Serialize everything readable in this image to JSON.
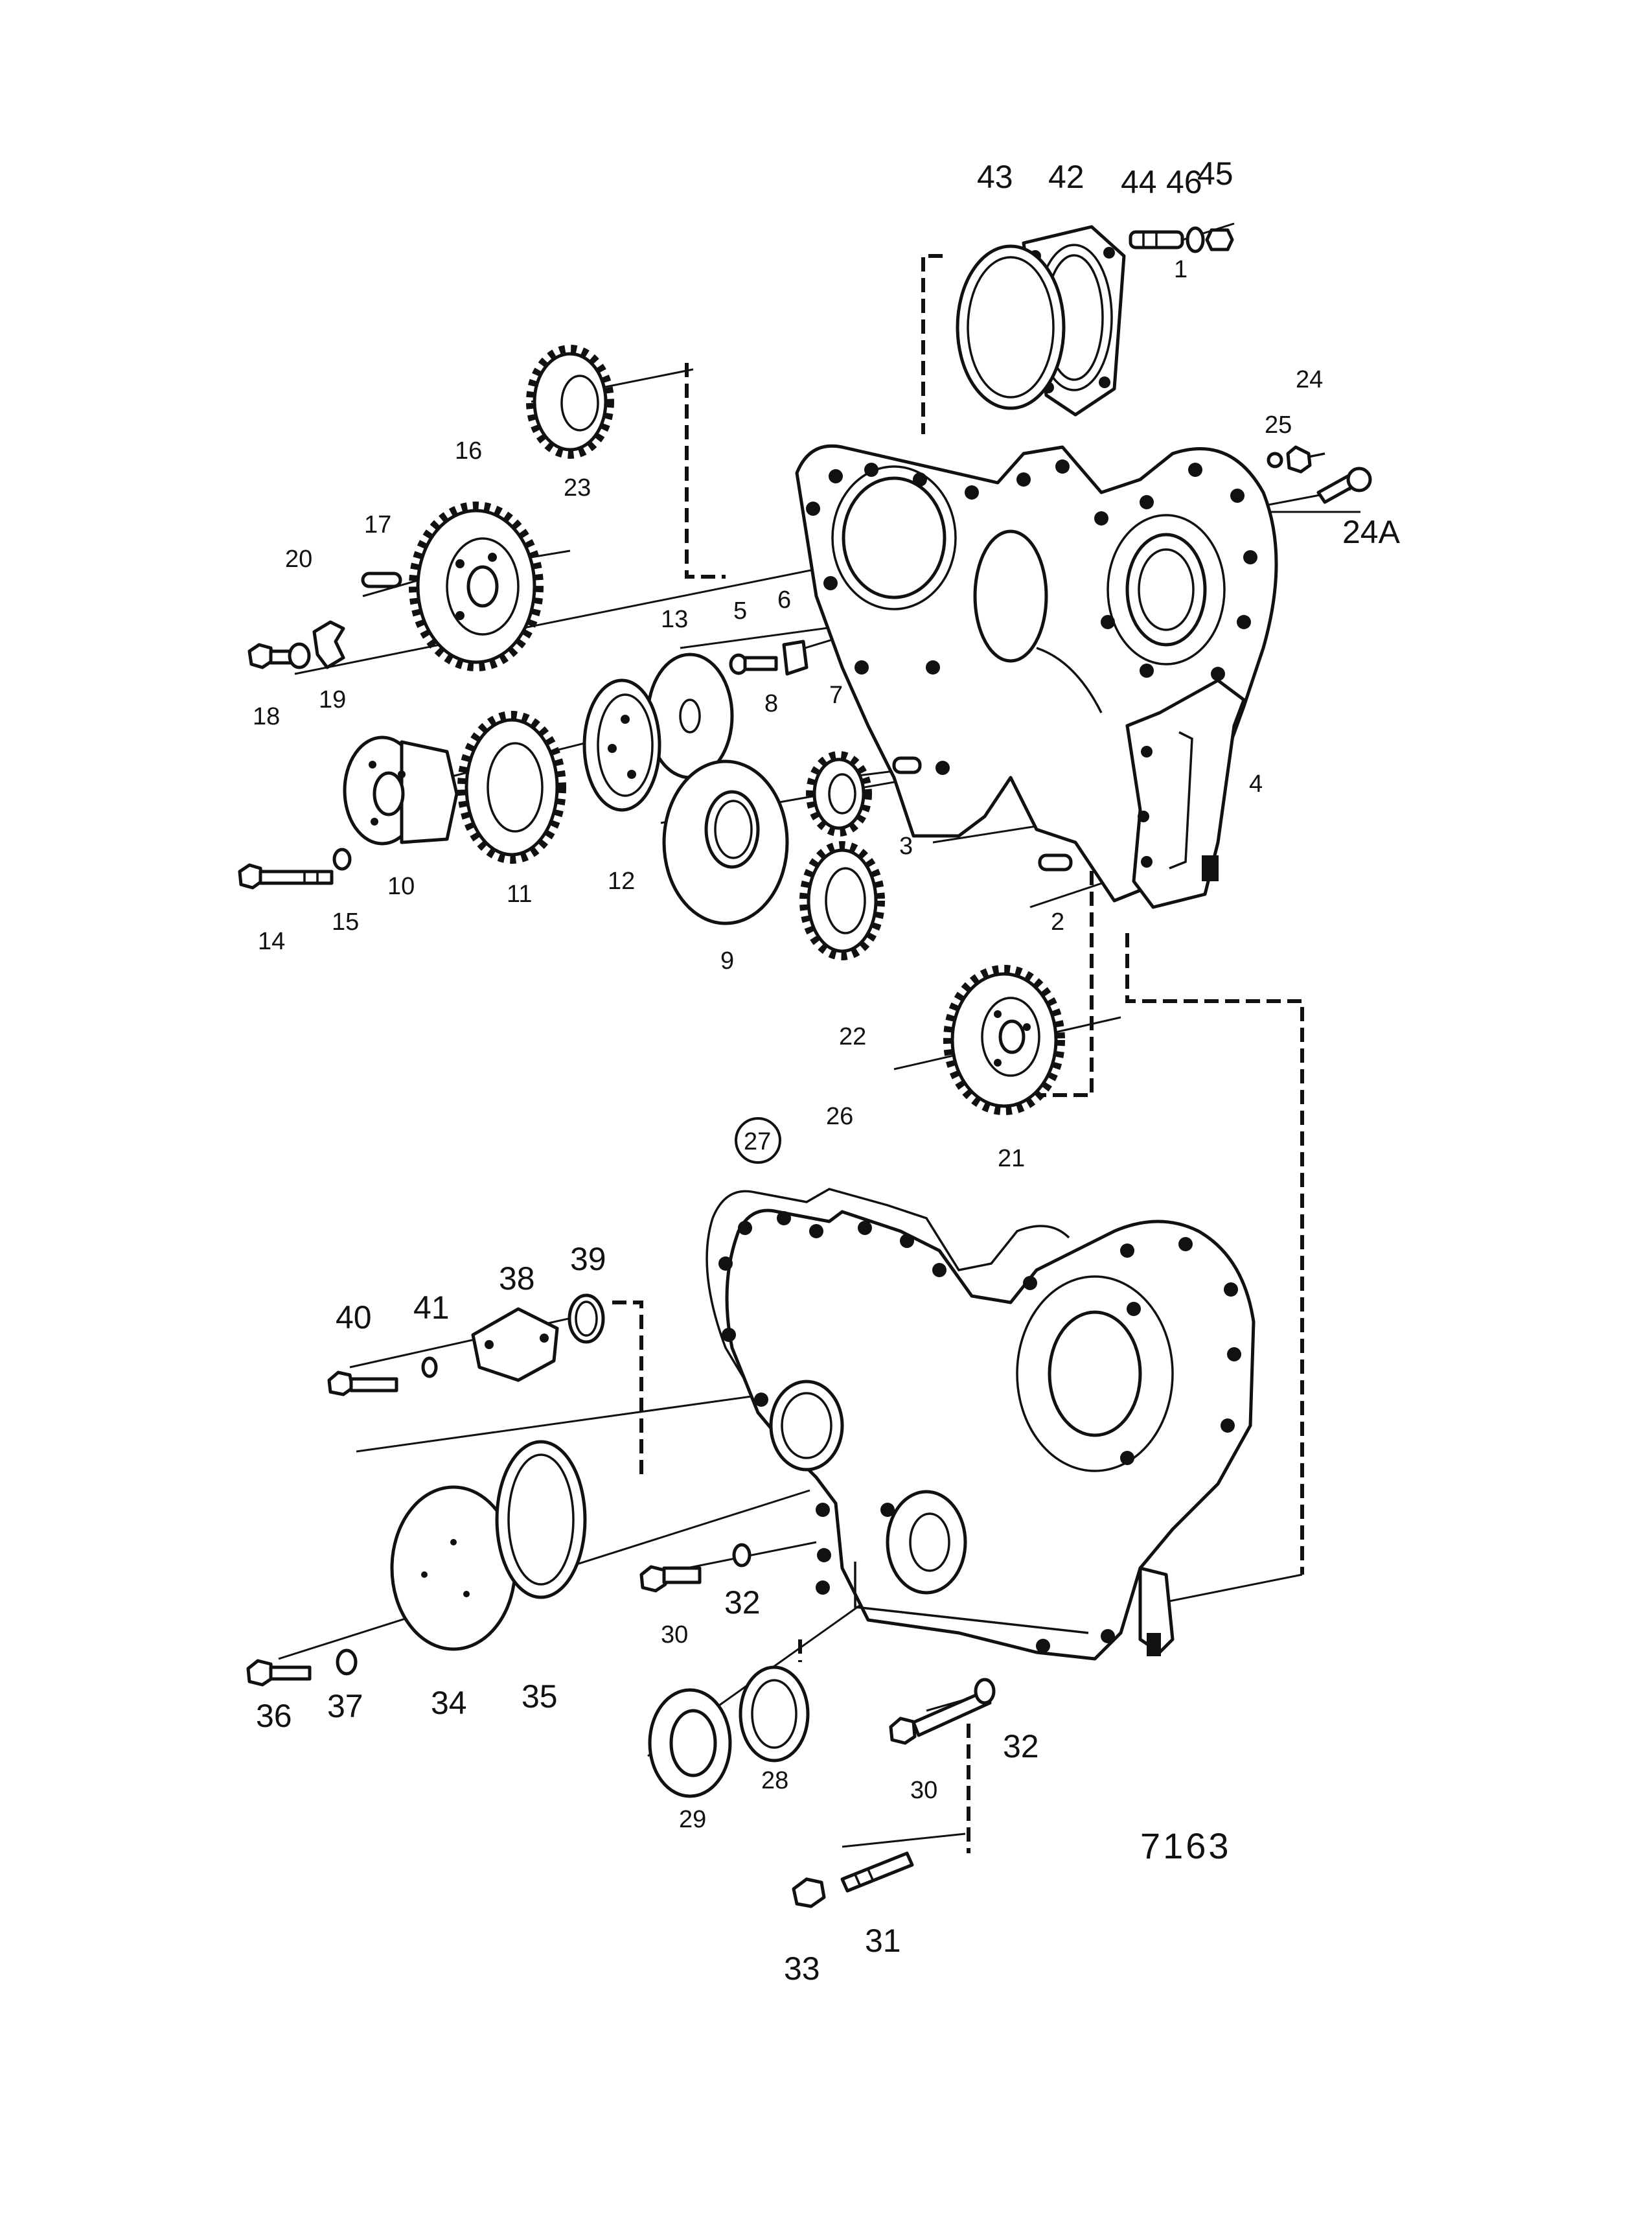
{
  "drawing_number": "7163",
  "callouts": {
    "c1": "1",
    "c2": "2",
    "c3": "3",
    "c4": "4",
    "c5": "5",
    "c6": "6",
    "c7": "7",
    "c8": "8",
    "c9": "9",
    "c10": "10",
    "c11": "11",
    "c12": "12",
    "c13": "13",
    "c14": "14",
    "c15": "15",
    "c16": "16",
    "c17": "17",
    "c18": "18",
    "c19": "19",
    "c20": "20",
    "c21": "21",
    "c22": "22",
    "c23": "23",
    "c24": "24",
    "c24A": "24A",
    "c25": "25",
    "c26": "26",
    "c27": "27",
    "c28": "28",
    "c29": "29",
    "c30a": "30",
    "c30b": "30",
    "c31": "31",
    "c32a": "32",
    "c32b": "32",
    "c33": "33",
    "c34": "34",
    "c35": "35",
    "c36": "36",
    "c37": "37",
    "c38": "38",
    "c39": "39",
    "c40": "40",
    "c41": "41",
    "c42": "42",
    "c43": "43",
    "c44": "44",
    "c45": "45",
    "c46": "46"
  }
}
